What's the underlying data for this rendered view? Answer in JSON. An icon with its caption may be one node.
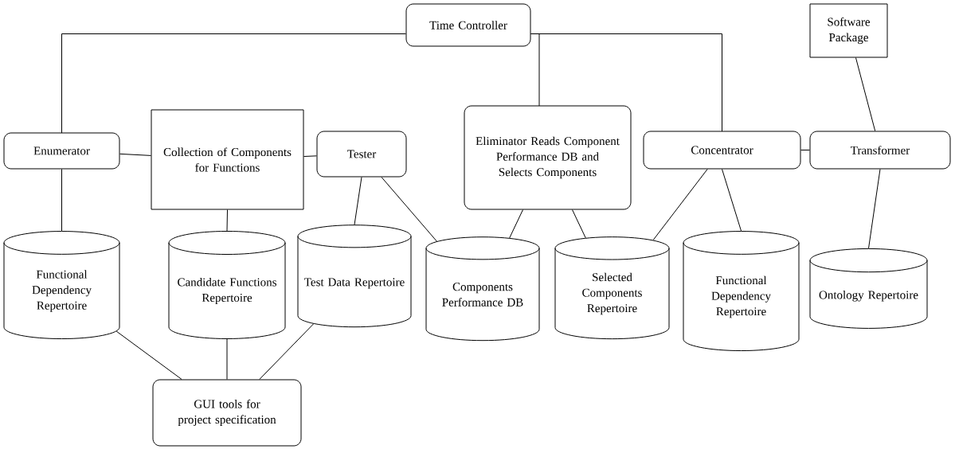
{
  "diagram": {
    "nodes": [
      {
        "text": [
          "Time Controller"
        ]
      },
      {
        "text": [
          "Software Package"
        ]
      },
      {
        "text": [
          "Enumerator"
        ]
      },
      {
        "text": [
          "Collection of Components for Functions"
        ]
      },
      {
        "text": [
          "Tester"
        ]
      },
      {
        "text": [
          "Eliminator Reads Component Performance DB and Selects Components"
        ]
      },
      {
        "text": [
          "Concentrator"
        ]
      },
      {
        "text": [
          "Transformer"
        ]
      },
      {
        "text": [
          "Functional Dependency Repertoire"
        ]
      },
      {
        "text": [
          "Candidate Functions Repertoire"
        ]
      },
      {
        "text": [
          "Test Data Repertoire"
        ]
      },
      {
        "text": [
          "Components Performance DB"
        ]
      },
      {
        "text": [
          "Selected Components Repertoire"
        ]
      },
      {
        "text": [
          "Functional Dependency Repertoire"
        ]
      },
      {
        "text": [
          "Ontology Repertoire"
        ]
      },
      {
        "text": [
          "GUI tools for project specification"
        ]
      }
    ],
    "edges": [
      {
        "from": 0,
        "to": 2,
        "arrow": "none"
      },
      {
        "from": 0,
        "to": 5,
        "arrow": "none"
      },
      {
        "from": 0,
        "to": 6,
        "arrow": "none"
      },
      {
        "from": 2,
        "to": 3,
        "arrow": "none"
      },
      {
        "from": 3,
        "to": 4,
        "arrow": "none"
      },
      {
        "from": 6,
        "to": 7,
        "arrow": "none"
      },
      {
        "from": 1,
        "to": 7,
        "arrow": "none"
      },
      {
        "from": 2,
        "to": 8,
        "arrow": "none"
      },
      {
        "from": 3,
        "to": 9,
        "arrow": "none"
      },
      {
        "from": 4,
        "to": 10,
        "arrow": "none"
      },
      {
        "from": 4,
        "to": 11,
        "arrow": "none"
      },
      {
        "from": 5,
        "to": 11,
        "arrow": "none"
      },
      {
        "from": 5,
        "to": 12,
        "arrow": "none"
      },
      {
        "from": 6,
        "to": 12,
        "arrow": "none"
      },
      {
        "from": 6,
        "to": 13,
        "arrow": "none"
      },
      {
        "from": 7,
        "to": 14,
        "arrow": "none"
      },
      {
        "from": 8,
        "to": 15,
        "arrow": "none"
      },
      {
        "from": 9,
        "to": 15,
        "arrow": "none"
      },
      {
        "from": 10,
        "to": 15,
        "arrow": "none"
      }
    ]
  }
}
